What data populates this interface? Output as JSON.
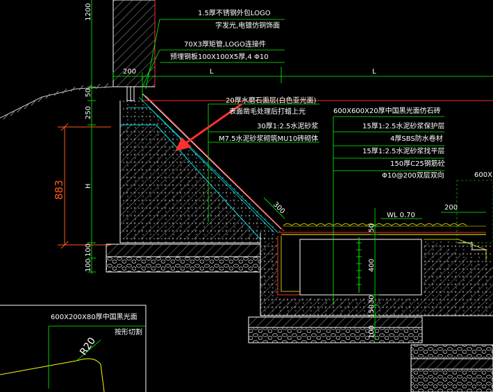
{
  "drawing": {
    "top_labels": {
      "steel_cover": "1.5厚不锈钢外包LOGO",
      "steel_cover_note": "字发光,电镀仿铜饰面",
      "tube": "70X3厚矩管,LOGO连接件",
      "embed_plate": "预埋钢板100X100X5厚,4 Φ10"
    },
    "dims_horizontal": {
      "d200_top": "200",
      "L_left": "L",
      "L_right": "L",
      "d300": "300",
      "d200_right": "200",
      "d600_right": "600X"
    },
    "dims_vertical": {
      "d1200": "1200",
      "d50": "50",
      "d250": "250",
      "dH": "H",
      "d100a": "100",
      "d100b": "100",
      "d50b": "50",
      "d400": "400",
      "d30": "30",
      "d150": "150",
      "d100c": "100"
    },
    "orange_dim": "883",
    "slope_labels": {
      "finish": "20厚水磨石面层(白色亚光面)",
      "surface": "表面凿毛处理后打蜡上光",
      "mortar": "30厚1:2.5水泥砂浆",
      "masonry": "M7.5水泥砂浆砌筑MU10砖砌体"
    },
    "pool_labels": {
      "stone": "600X600X20厚中国黑光面仿石砖",
      "protect": "15厚1:2.5水泥砂浆保护层",
      "sbs": "4厚SBS防水卷材",
      "level": "15厚1:2.5水泥砂浆找平层",
      "concrete": "150厚C25钢筋砼",
      "rebar": "Φ10@200双层双向"
    },
    "water_level": "WL 0.70",
    "detail": {
      "title": "600X200X80厚中国黑光面",
      "note": "按形切割",
      "radius": "R20"
    },
    "colors": {
      "background": "#000000",
      "cyan": "#00e0e0",
      "green": "#00ff00",
      "white": "#ffffff",
      "red": "#ff3030",
      "orange": "#ff5a1e",
      "yellow": "#ffff00",
      "gray": "#8c8c8c"
    }
  }
}
